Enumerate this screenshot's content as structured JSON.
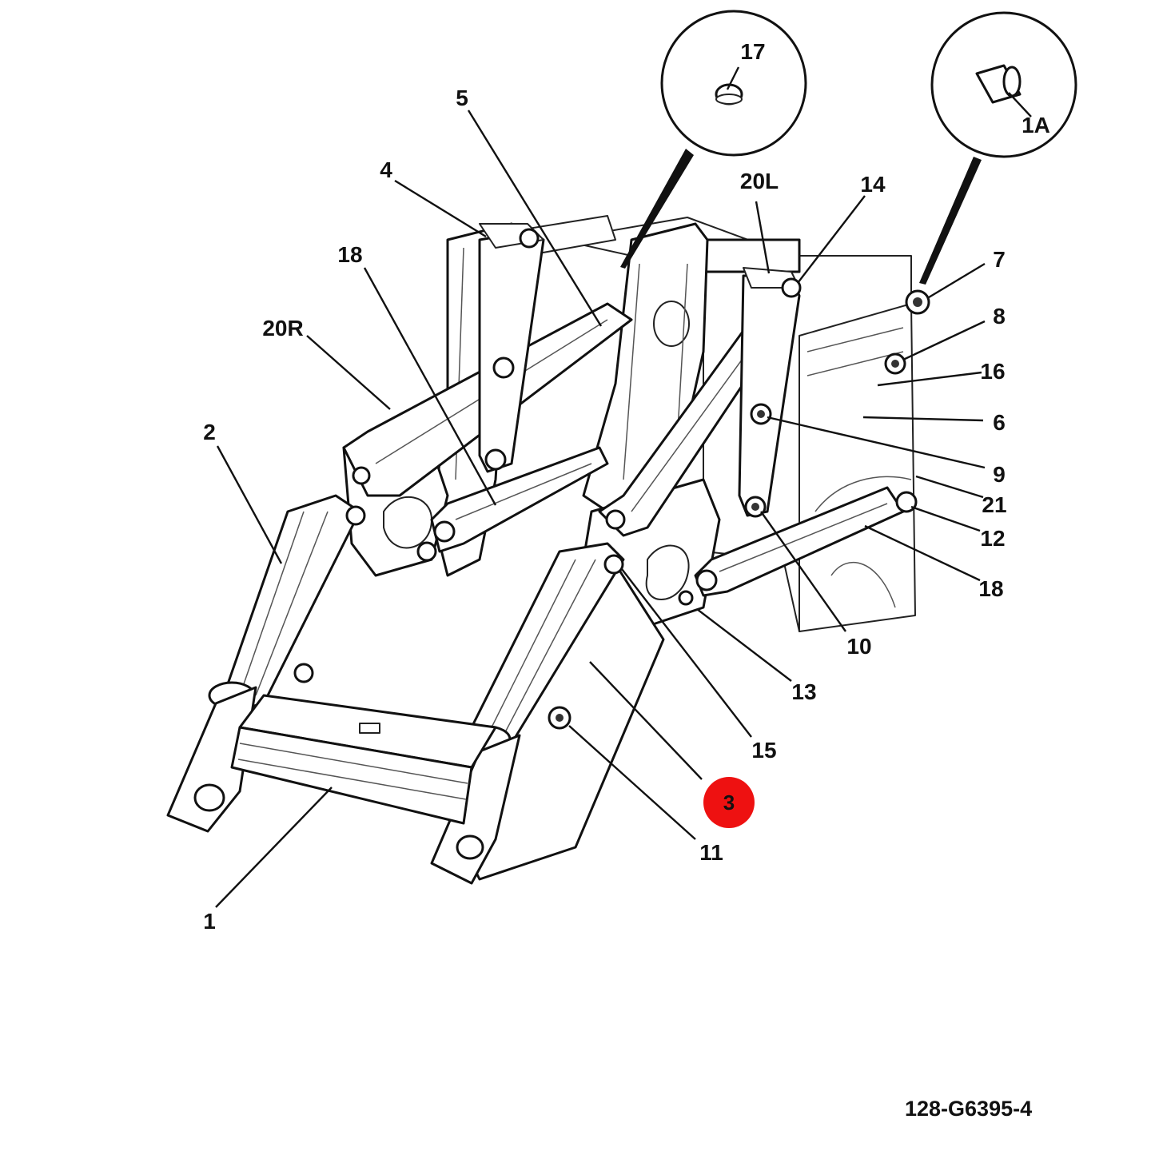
{
  "figure_code": "128-G6395-4",
  "highlight_color": "#ee1111",
  "callouts": {
    "c1": "1",
    "c1A": "1A",
    "c2": "2",
    "c3": "3",
    "c4": "4",
    "c5": "5",
    "c6": "6",
    "c7": "7",
    "c8": "8",
    "c9": "9",
    "c10": "10",
    "c11": "11",
    "c12": "12",
    "c13": "13",
    "c14": "14",
    "c15": "15",
    "c16": "16",
    "c17": "17",
    "c18a": "18",
    "c18b": "18",
    "c20L": "20L",
    "c20R": "20R",
    "c21": "21"
  }
}
